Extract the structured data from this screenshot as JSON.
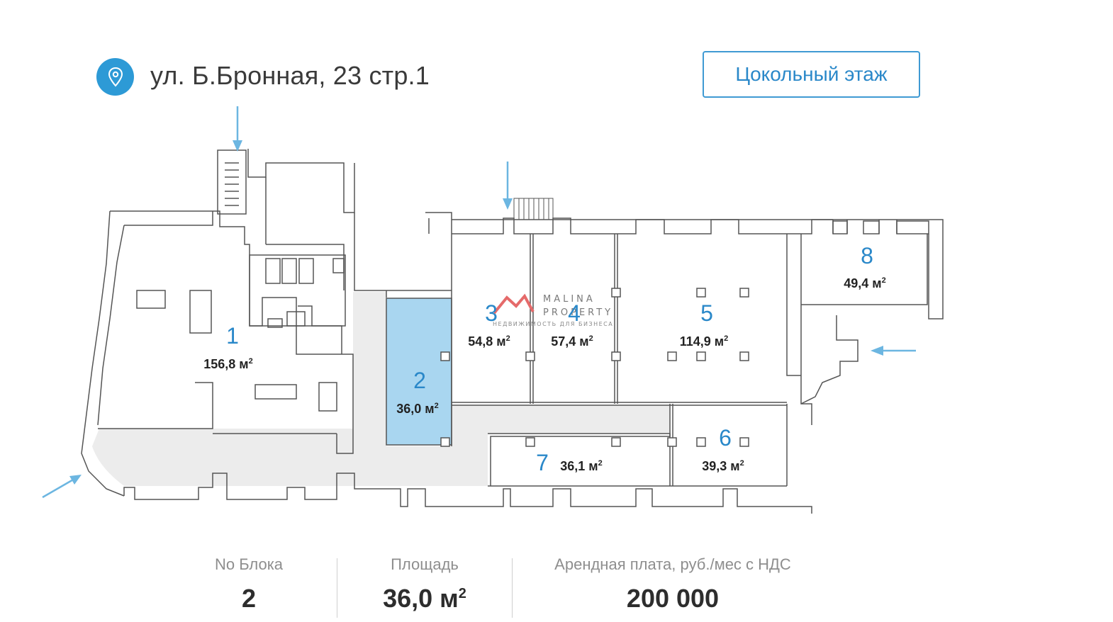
{
  "header": {
    "address": "ул. Б.Бронная, 23 стр.1",
    "floor_button": "Цокольный этаж",
    "pin_icon": "map-pin-icon"
  },
  "watermark": {
    "brand": "MALINA PROPERTY",
    "line1": "MALINA",
    "line2": "PROPERTY",
    "tagline": "НЕДВИЖИМОСТЬ ДЛЯ БИЗНЕСА"
  },
  "blocks": [
    {
      "number": "1",
      "area": "156,8 м"
    },
    {
      "number": "2",
      "area": "36,0 м",
      "selected": true
    },
    {
      "number": "3",
      "area": "54,8 м"
    },
    {
      "number": "4",
      "area": "57,4 м"
    },
    {
      "number": "5",
      "area": "114,9 м"
    },
    {
      "number": "6",
      "area": "39,3 м"
    },
    {
      "number": "7",
      "area": "36,1 м"
    },
    {
      "number": "8",
      "area": "49,4 м"
    }
  ],
  "area_unit_sup": "2",
  "info": {
    "block_label": "No Блока",
    "block_value": "2",
    "area_label": "Площадь",
    "area_value": "36,0 м",
    "area_sup": "2",
    "rent_label": "Арендная плата, руб./мес с НДС",
    "rent_value": "200 000"
  },
  "colors": {
    "accent": "#2d9ad6",
    "selected_fill": "#a9d6f0",
    "corridor": "#ececec",
    "wall": "#555555"
  }
}
